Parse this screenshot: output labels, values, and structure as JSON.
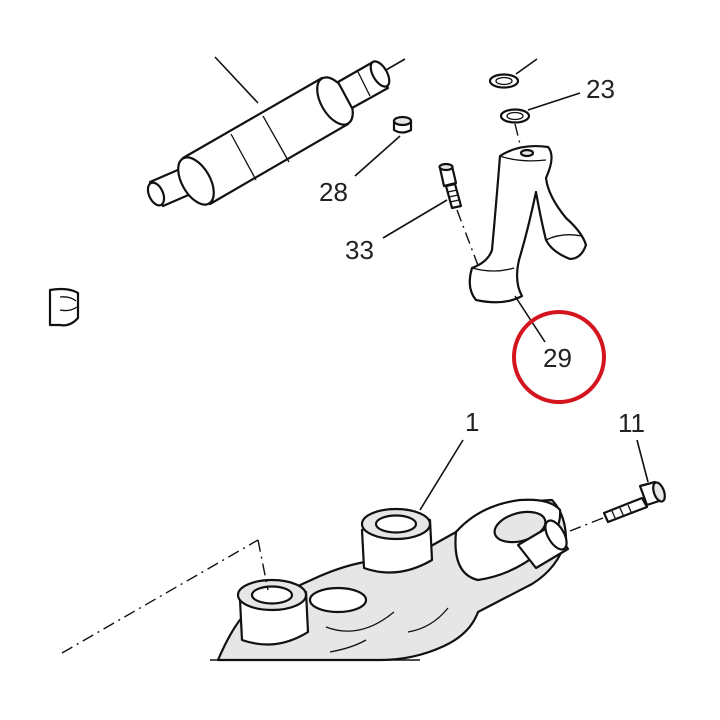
{
  "labels": {
    "callout_23": "23",
    "callout_28": "28",
    "callout_33": "33",
    "callout_29": "29",
    "callout_1": "1",
    "callout_11": "11"
  },
  "colors": {
    "highlight_ring": "#d4141e",
    "lines": "#111111",
    "text": "#222222"
  }
}
